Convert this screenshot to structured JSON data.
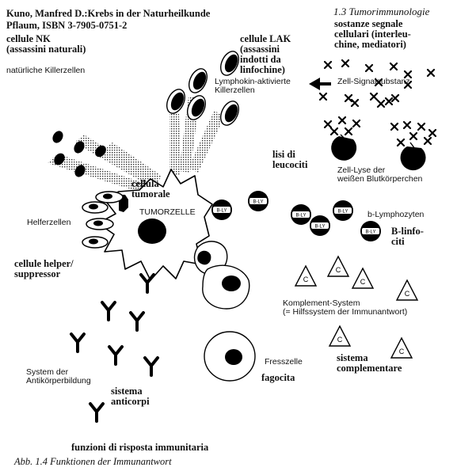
{
  "header": {
    "citation_line1": "Kuno, Manfred D.:Krebs in der Naturheilkunde",
    "citation_line2": "Pflaum, ISBN 3-7905-0751-2",
    "section": "1.3  Tumorimmunologie"
  },
  "labels": {
    "nk_it": "cellule NK\n(assassini naturali)",
    "nk_de": "natürliche Killerzellen",
    "lak_it": "cellule LAK\n(assassini\nindotti da\nlinfochine)",
    "lak_de": "Lymphokin-aktivierte\nKillerzellen",
    "signal_it": "sostanze segnale\ncellulari (interleu-\nchine, mediatori)",
    "signal_de": "Zell-Signalsubstanz",
    "lysis_it": "lisi di\nleucociti",
    "lysis_de": "Zell-Lyse der\nweißen Blutkörperchen",
    "tumor_it": "cellula\ntumorale",
    "tumor_de": "TUMORZELLE",
    "helper_de": "Helferzellen",
    "helper_it": "cellule helper/\nsuppressor",
    "blymph_de": "b-Lymphozyten",
    "blymph_it": "B-linfo-\nciti",
    "blabel": "B-LY",
    "complement_de": "Komplement-System\n(= Hilfssystem der Immunantwort)",
    "complement_symbol": "C",
    "complement_it": "sistema\ncomplementare",
    "phago_de": "Fresszelle",
    "phago_it": "fagocita",
    "antibody_de": "System der\nAntikörperbildung",
    "antibody_it": "sistema\nanticorpi",
    "caption_it": "funzioni di risposta immunitaria",
    "caption_de": "Abb. 1.4  Funktionen der Immunantwort"
  }
}
